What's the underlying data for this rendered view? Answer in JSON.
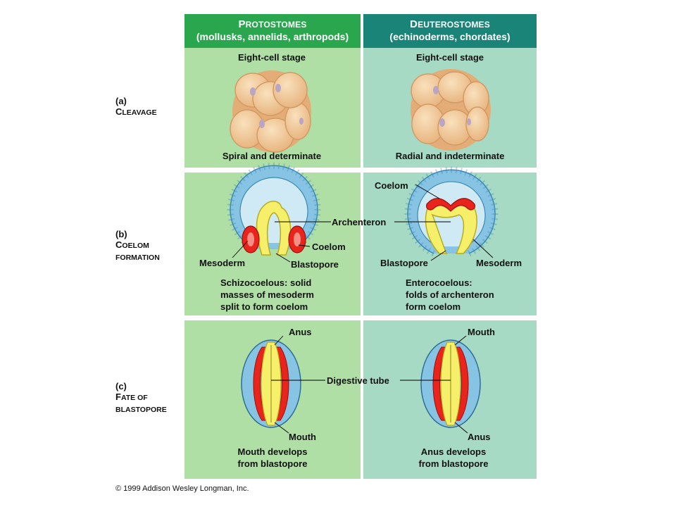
{
  "headers": {
    "left": {
      "title": "Protostomes",
      "subtitle": "(mollusks, annelids, arthropods)"
    },
    "right": {
      "title": "Deuterostomes",
      "subtitle": "(echinoderms, chordates)"
    }
  },
  "rows": {
    "cleavage": {
      "letter": "(a)",
      "title_cap": "C",
      "title_rest": "LEAVAGE",
      "left_stage": "Eight-cell stage",
      "right_stage": "Eight-cell stage",
      "left_caption": "Spiral and determinate",
      "right_caption": "Radial and indeterminate"
    },
    "coelom": {
      "letter": "(b)",
      "title_cap": "C",
      "title_rest": "OELOM",
      "title_line2": "FORMATION",
      "left_labels": {
        "mesoderm": "Mesoderm",
        "coelom": "Coelom",
        "blastopore": "Blastopore"
      },
      "right_labels": {
        "coelom": "Coelom",
        "blastopore": "Blastopore",
        "mesoderm": "Mesoderm"
      },
      "archenteron": "Archenteron",
      "left_caption": [
        "Schizocoelous: solid",
        "masses of mesoderm",
        "split to form coelom"
      ],
      "right_caption": [
        "Enterocoelous:",
        "folds of archenteron",
        "form coelom"
      ]
    },
    "blastopore": {
      "letter": "(c)",
      "title_cap": "F",
      "title_rest": "ATE OF",
      "title_line2": "BLASTOPORE",
      "left_top": "Anus",
      "left_bottom": "Mouth",
      "right_top": "Mouth",
      "right_bottom": "Anus",
      "digestive": "Digestive tube",
      "left_caption": [
        "Mouth develops",
        "from blastopore"
      ],
      "right_caption": [
        "Anus develops",
        "from blastopore"
      ]
    }
  },
  "colors": {
    "header_left": "#2aa74e",
    "header_right": "#1a8479",
    "panel_left": "#b0dfa6",
    "panel_right": "#a6dac4",
    "ectoderm": "#87c3e3",
    "endoderm": "#f6ef6a",
    "mesoderm": "#e8241c",
    "cell": "#f4cf9f",
    "nucleus": "#b9a5c4"
  },
  "copyright": "© 1999 Addison Wesley Longman, Inc."
}
